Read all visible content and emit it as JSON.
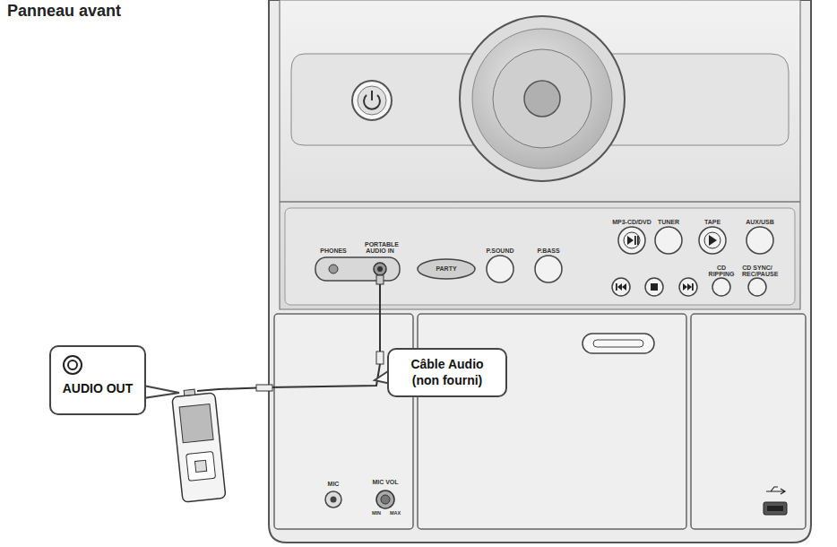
{
  "diagram": {
    "title": "Panneau avant",
    "nodes": [
      {
        "text": [
          "AUDIO OUT"
        ]
      },
      {
        "text": [
          "Câble Audio (non fourni)"
        ]
      }
    ],
    "labels": [
      "PHONES",
      "PORTABLE AUDIO IN",
      "PARTY",
      "P.SOUND",
      "P.BASS",
      "MP3-CD/DVD",
      "TUNER",
      "TAPE",
      "AUX/USB",
      "CD RIPPING",
      "CD SYNC/ REC/PAUSE",
      "MIC",
      "MIC VOL",
      "MIN",
      "MAX"
    ]
  }
}
